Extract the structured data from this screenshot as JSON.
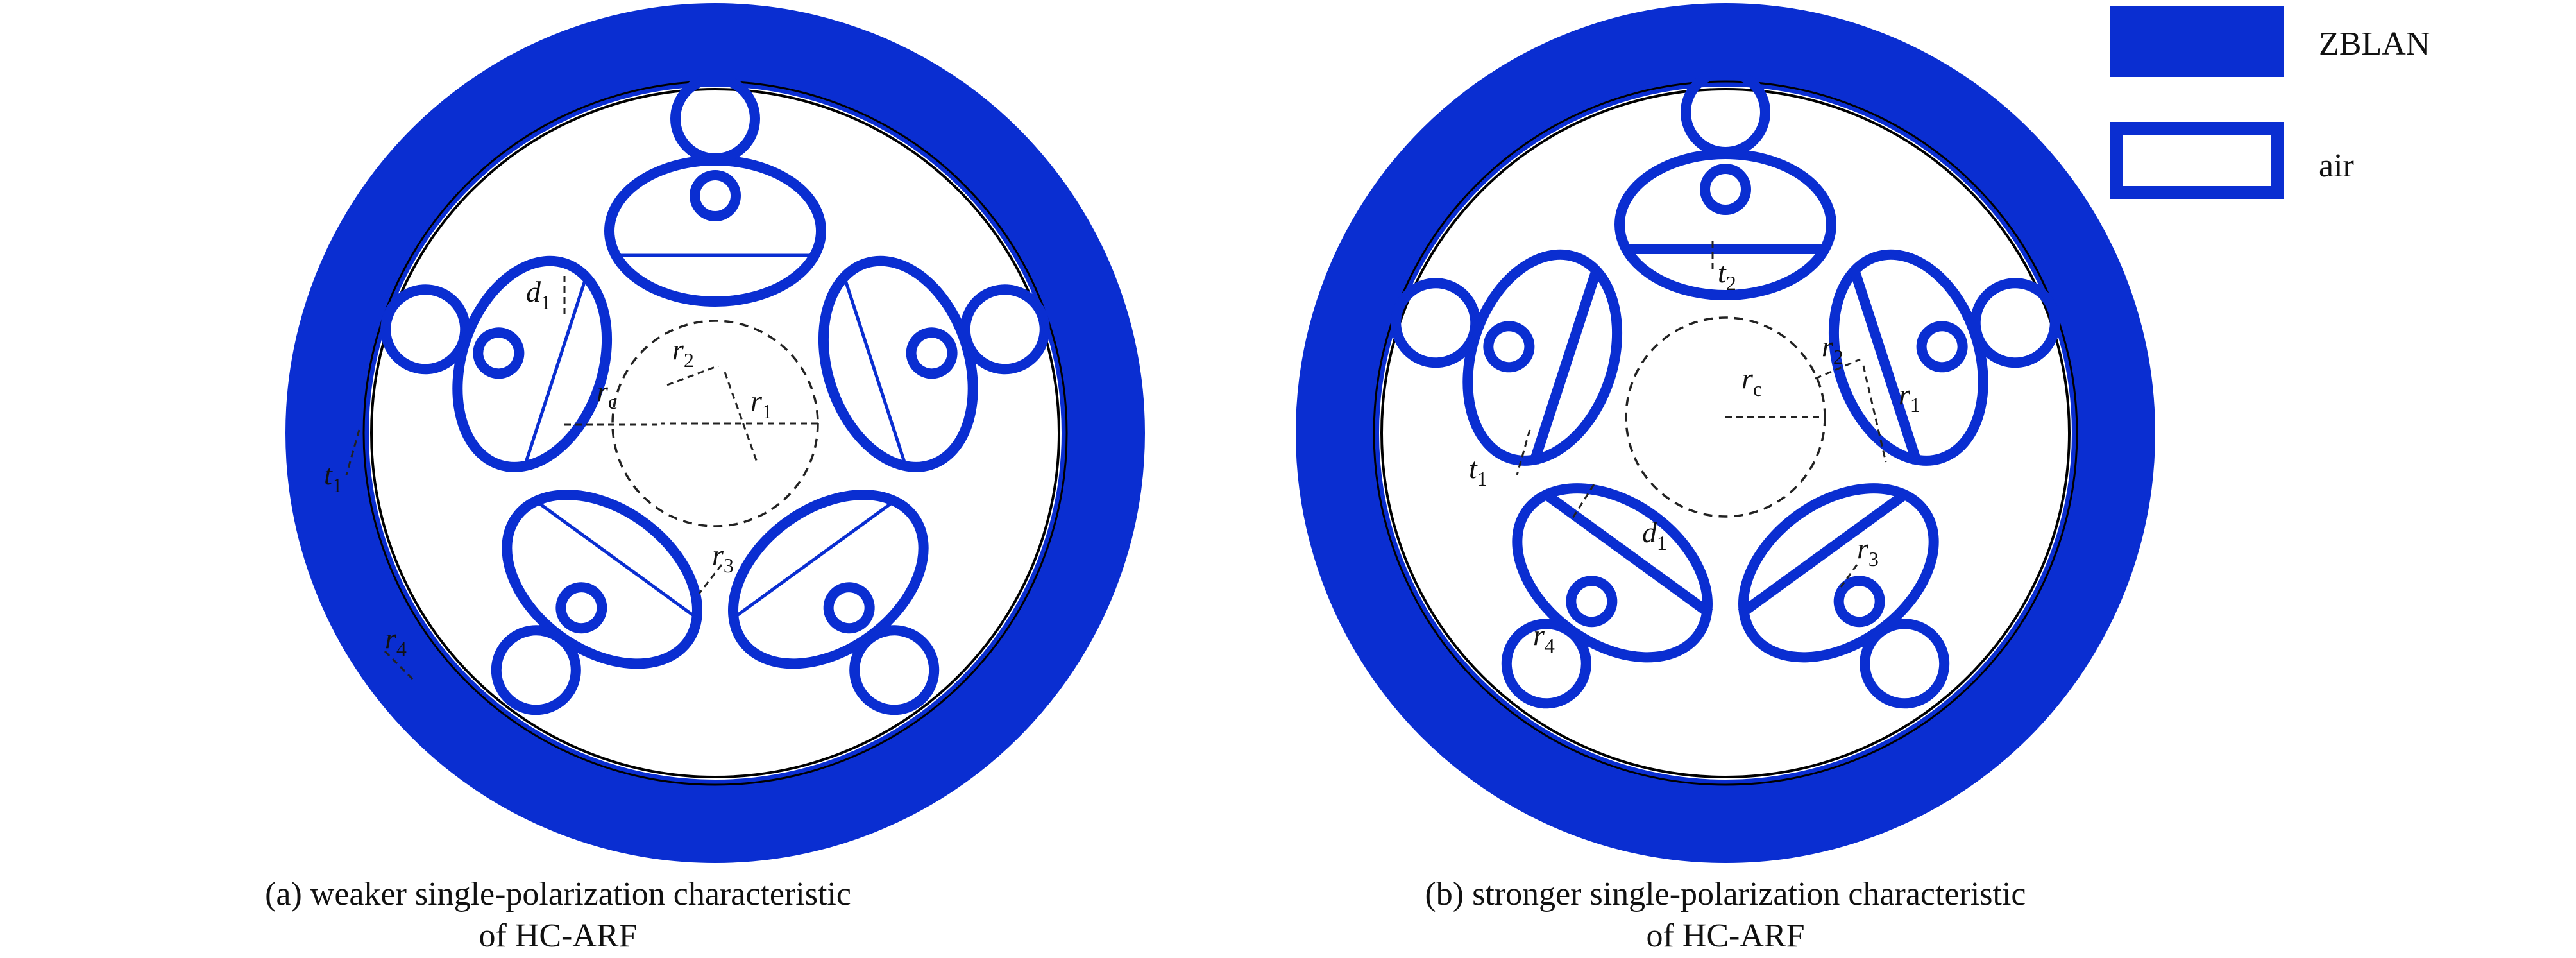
{
  "legend": {
    "zblan_label": "ZBLAN",
    "air_label": "air",
    "zblan_color": "#0a2ed1"
  },
  "figures": [
    {
      "id": "a",
      "caption_line1": "(a) weaker single-polarization characteristic",
      "caption_line2": "of HC-ARF",
      "labels": {
        "d": "d",
        "d_sub": "1",
        "r2": "r",
        "r2_sub": "2",
        "r1": "r",
        "r1_sub": "1",
        "rc": "r",
        "rc_sub": "c",
        "t": "t",
        "t_sub": "1",
        "r3": "r",
        "r3_sub": "3",
        "r4": "r",
        "r4_sub": "4"
      }
    },
    {
      "id": "b",
      "caption_line1": "(b) stronger single-polarization characteristic",
      "caption_line2": "of HC-ARF",
      "labels": {
        "t2": "t",
        "t2_sub": "2",
        "r2": "r",
        "r2_sub": "2",
        "r1": "r",
        "r1_sub": "1",
        "rc": "r",
        "rc_sub": "c",
        "t1": "t",
        "t1_sub": "1",
        "d": "d",
        "d_sub": "1",
        "r3": "r",
        "r3_sub": "3",
        "r4": "r",
        "r4_sub": "4"
      }
    }
  ]
}
